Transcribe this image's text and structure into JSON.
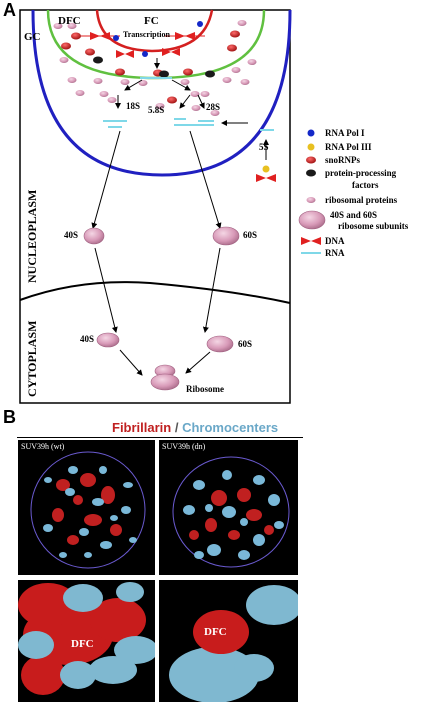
{
  "panel_a": {
    "letter": "A",
    "regions": {
      "gc": "GC",
      "dfc": "DFC",
      "fc": "FC",
      "transcription": "Transcription"
    },
    "rna_labels": {
      "s18": "18S",
      "s58": "5.8S",
      "s28": "28S",
      "s5": "5S"
    },
    "compartments": {
      "nucleoplasm": "NUCLEOPLASM",
      "cytoplasm": "CYTOPLASM"
    },
    "subunits": {
      "nuc40": "40S",
      "nuc60": "60S",
      "cyt40": "40S",
      "cyt60": "60S",
      "ribosome": "Ribosome"
    },
    "legend": [
      {
        "icon": "rna-pol-i-icon",
        "color": "#1428c8",
        "text": "RNA Pol I"
      },
      {
        "icon": "rna-pol-iii-icon",
        "color": "#e8c020",
        "text": "RNA Pol III"
      },
      {
        "icon": "snornp-icon",
        "color": "#c01818",
        "text": "snoRNPs"
      },
      {
        "icon": "protein-processing-factor-icon",
        "color": "#1a1a1a",
        "text": "protein-processing",
        "text2": "factors"
      },
      {
        "icon": "ribosomal-protein-icon",
        "color": "#d08aa8",
        "text": "ribosomal proteins"
      },
      {
        "icon": "ribosome-subunit-icon",
        "color": "#d89ab8",
        "text": "40S and 60S",
        "text2": "ribosome subunits"
      },
      {
        "icon": "dna-icon",
        "color": "#e02020",
        "text": "DNA"
      },
      {
        "icon": "rna-icon",
        "color": "#7fd8e8",
        "text": "RNA"
      }
    ],
    "colors": {
      "fc_ring": "#d42020",
      "gc_ring": "#60c040",
      "nucleus": "#2020c0"
    }
  },
  "panel_b": {
    "letter": "B",
    "title_red": "Fibrillarin",
    "title_sep": " / ",
    "title_blue": "Chromocenters",
    "colors": {
      "red": "#c02020",
      "blue": "#6aa8c8"
    },
    "images": {
      "top_left": "SUV39h (wt)",
      "top_right": "SUV39h (dn)",
      "bottom_left_label": "DFC",
      "bottom_right_label": "DFC"
    }
  }
}
